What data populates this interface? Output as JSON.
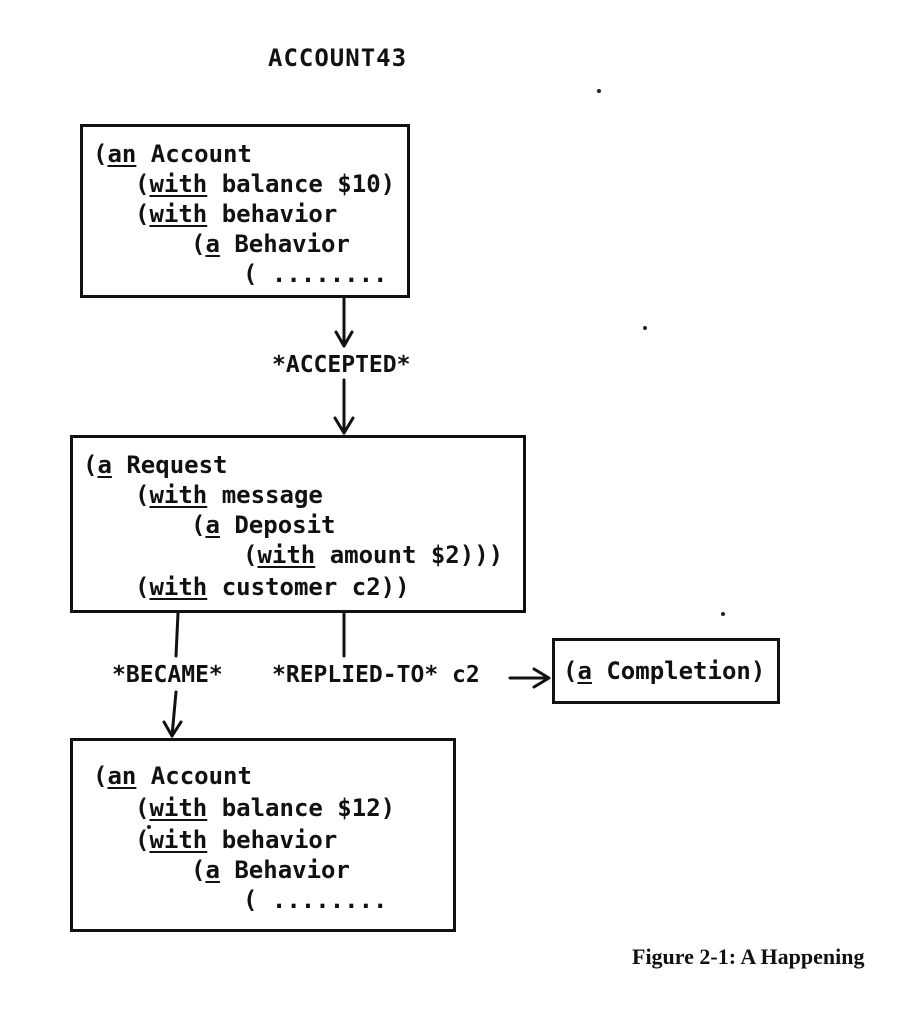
{
  "title": "ACCOUNT43",
  "boxes": {
    "account_before": {
      "l1": {
        "p": "(",
        "k": "an",
        "t": " Account"
      },
      "l2": {
        "p": "(",
        "k": "with",
        "t": " balance $10)"
      },
      "l3": {
        "p": "(",
        "k": "with",
        "t": " behavior"
      },
      "l4": {
        "p": "(",
        "k": "a",
        "t": " Behavior"
      },
      "l5": {
        "p": "",
        "k": "",
        "t": "( ........"
      }
    },
    "request": {
      "l1": {
        "p": "(",
        "k": "a",
        "t": " Request"
      },
      "l2": {
        "p": "(",
        "k": "with",
        "t": " message"
      },
      "l3": {
        "p": "(",
        "k": "a",
        "t": " Deposit"
      },
      "l4": {
        "p": "(",
        "k": "with",
        "t": " amount $2)))"
      },
      "l5": {
        "p": "(",
        "k": "with",
        "t": " customer c2))"
      }
    },
    "account_after": {
      "l1": {
        "p": "(",
        "k": "an",
        "t": " Account"
      },
      "l2": {
        "p": "(",
        "k": "with",
        "t": " balance $12)"
      },
      "l3": {
        "p": "(",
        "k": "with",
        "t": " behavior"
      },
      "l4": {
        "p": "(",
        "k": "a",
        "t": " Behavior"
      },
      "l5": {
        "p": "",
        "k": "",
        "t": "( ........"
      }
    },
    "completion": {
      "p": "(",
      "k": "a",
      "t": " Completion)"
    }
  },
  "labels": {
    "accepted": "*ACCEPTED*",
    "became": "*BECAME*",
    "replied_to": "*REPLIED-TO* c2"
  },
  "caption": "Figure 2-1:  A Happening"
}
